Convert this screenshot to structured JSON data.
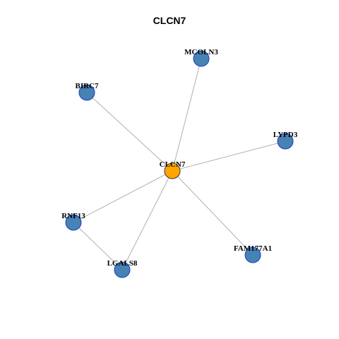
{
  "title": "CLCN7",
  "colors": {
    "hub_fill": "#FFA500",
    "hub_stroke": "#333333",
    "node_fill": "#4682B4",
    "node_stroke": "#1F3FBF",
    "edge": "#B0B0B0"
  },
  "nodes": [
    {
      "id": "CLCN7",
      "label": "CLCN7",
      "hub": true
    },
    {
      "id": "MCOLN3",
      "label": "MCOLN3"
    },
    {
      "id": "BIRC7",
      "label": "BIRC7"
    },
    {
      "id": "LYPD3",
      "label": "LYPD3"
    },
    {
      "id": "RNF13",
      "label": "RNF13"
    },
    {
      "id": "LGALS8",
      "label": "LGALS8"
    },
    {
      "id": "FAM177A1",
      "label": "FAM177A1"
    }
  ],
  "edges": [
    [
      "CLCN7",
      "MCOLN3"
    ],
    [
      "CLCN7",
      "BIRC7"
    ],
    [
      "CLCN7",
      "LYPD3"
    ],
    [
      "CLCN7",
      "RNF13"
    ],
    [
      "CLCN7",
      "LGALS8"
    ],
    [
      "CLCN7",
      "FAM177A1"
    ],
    [
      "RNF13",
      "LGALS8"
    ]
  ]
}
